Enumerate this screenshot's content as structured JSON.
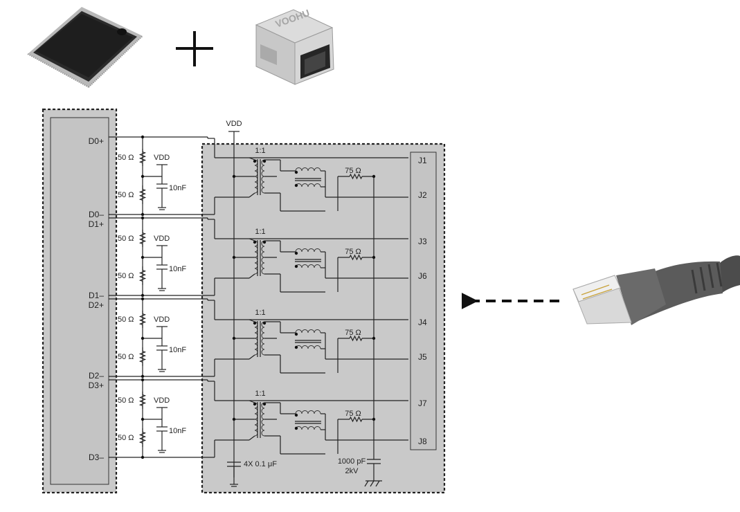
{
  "connector_brand": "VOOHU",
  "chip_pins": [
    "D0+",
    "D0–",
    "D1+",
    "D1–",
    "D2+",
    "D2–",
    "D3+",
    "D3–"
  ],
  "jack_pins": [
    "J1",
    "J2",
    "J3",
    "J6",
    "J4",
    "J5",
    "J7",
    "J8"
  ],
  "vdd_label": "VDD",
  "term_resistor": "50 Ω",
  "term_cap": "10nF",
  "ratio": "1:1",
  "bob_resistor": "75 Ω",
  "bypass_caps": "4X 0.1 μF",
  "hv_cap_value": "1000 pF",
  "hv_cap_rating": "2kV"
}
